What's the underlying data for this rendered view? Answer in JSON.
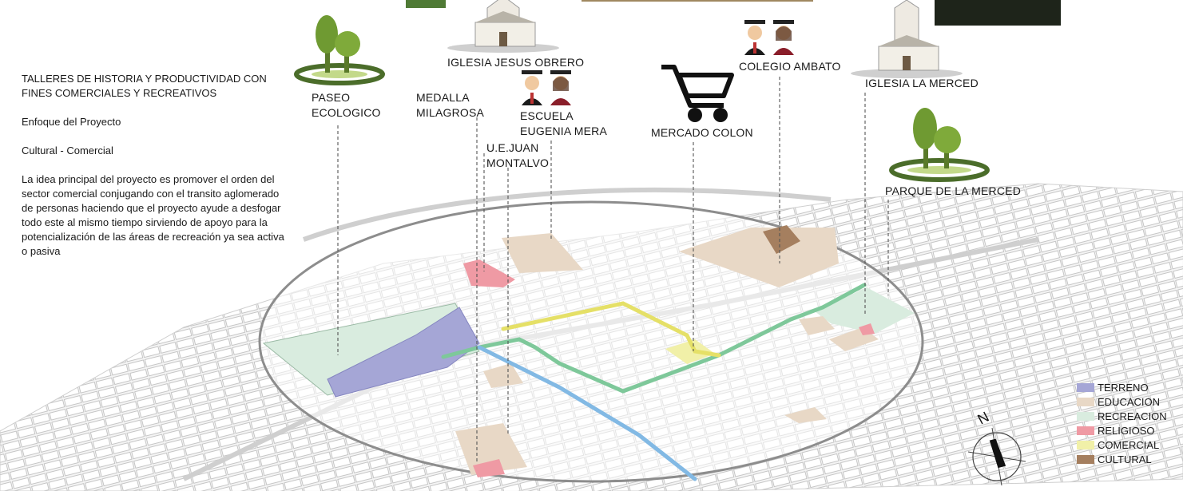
{
  "description": {
    "title_line1": "TALLERES DE HISTORIA Y PRODUCTIVIDAD CON",
    "title_line2": "FINES COMERCIALES Y RECREATIVOS",
    "focus_heading": "Enfoque del Proyecto",
    "focus_value": "Cultural - Comercial",
    "body": "La idea principal del proyecto es  promover el orden del sector  comercial conjugando con el transito aglomerado de personas haciendo  que el proyecto ayude a desfogar todo  este al mismo tiempo sirviendo de apoyo para la potencialización de las áreas de recreación ya sea activa o pasiva"
  },
  "landmarks": {
    "paseo_l1": "PASEO",
    "paseo_l2": "ECOLOGICO",
    "iglesia_jesus": "IGLESIA JESUS OBRERO",
    "medalla_l1": "MEDALLA",
    "medalla_l2": "MILAGROSA",
    "escuela_l1": "ESCUELA",
    "escuela_l2": "EUGENIA MERA",
    "juan_l1": "U.E.JUAN",
    "juan_l2": "MONTALVO",
    "mercado": "MERCADO COLON",
    "colegio": "COLEGIO AMBATO",
    "iglesia_merced": "IGLESIA LA MERCED",
    "parque": "PARQUE DE LA MERCED"
  },
  "legend": [
    {
      "label": "TERRENO",
      "color": "#a5a6d6"
    },
    {
      "label": "EDUCACION",
      "color": "#e8d8c6"
    },
    {
      "label": "RECREACION",
      "color": "#d9ecdf"
    },
    {
      "label": "RELIGIOSO",
      "color": "#ef9aa4"
    },
    {
      "label": "COMERCIAL",
      "color": "#f1f0a8"
    },
    {
      "label": "CULTURAL",
      "color": "#a57f5f"
    }
  ],
  "routes": {
    "green": "#7ec89a",
    "yellow": "#e5e067",
    "blue": "#82b9e4"
  },
  "icons": [
    "tree-icon",
    "church-icon",
    "graduates-icon",
    "shopping-cart-icon",
    "north-arrow-icon"
  ],
  "compass": {
    "north_label": "N"
  }
}
